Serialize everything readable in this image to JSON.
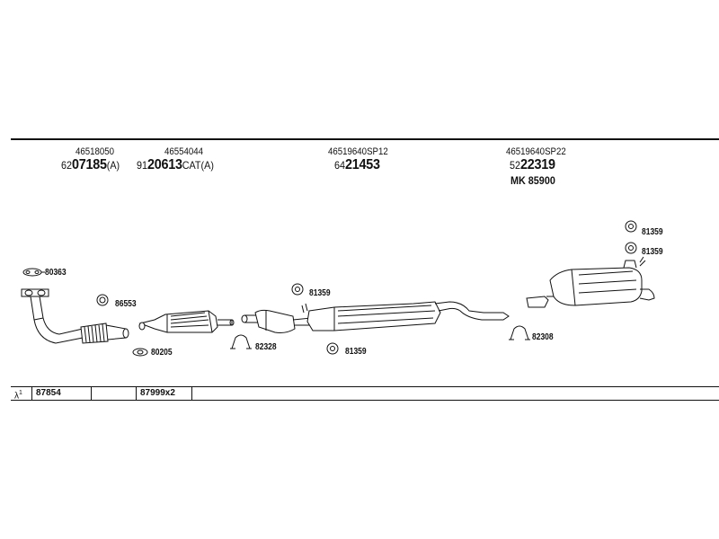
{
  "header": {
    "col1": {
      "top": "46518050",
      "prefix": "62",
      "bold": "07185",
      "suffix": "(A)"
    },
    "col2": {
      "top": "46554044",
      "prefix": "91",
      "bold": "20613",
      "suffix": "CAT(A)"
    },
    "col3": {
      "top": "46519640SP12",
      "prefix": "64",
      "bold": "21453",
      "suffix": ""
    },
    "col4": {
      "top": "46519640SP22",
      "prefix": "52",
      "bold": "22319",
      "suffix": "",
      "mk": "MK  85900"
    }
  },
  "labels": {
    "l80363": "80363",
    "l86553": "86553",
    "l80205": "80205",
    "l82328": "82328",
    "l81359a": "81359",
    "l81359b": "81359",
    "l82308": "82308",
    "l81359c": "81359",
    "l81359d": "81359"
  },
  "bottom": {
    "lambda": "λ",
    "lambda_sup": "1",
    "c1": "87854",
    "c2": "",
    "c3": "87999x2"
  }
}
